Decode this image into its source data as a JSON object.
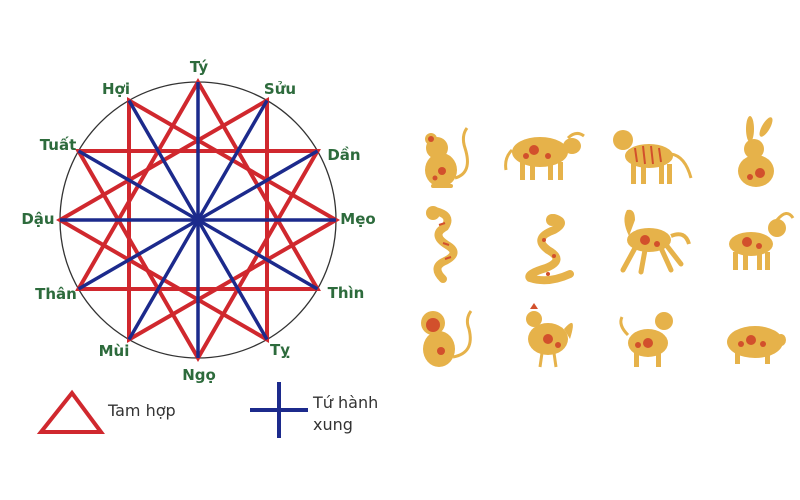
{
  "wheel": {
    "branches": [
      "Tý",
      "Sửu",
      "Dần",
      "Mẹo",
      "Thìn",
      "Tỵ",
      "Ngọ",
      "Mùi",
      "Thân",
      "Dậu",
      "Tuất",
      "Hợi"
    ],
    "tam_hop_groups": [
      [
        0,
        4,
        8
      ],
      [
        1,
        5,
        9
      ],
      [
        2,
        6,
        10
      ],
      [
        3,
        7,
        11
      ]
    ],
    "tu_hanh_xung_groups": [
      [
        0,
        3,
        6,
        9
      ],
      [
        1,
        4,
        7,
        10
      ],
      [
        2,
        5,
        8,
        11
      ]
    ],
    "colors": {
      "tam_hop": "#d0282e",
      "tu_hanh_xung": "#1c2a8c",
      "circle": "#333333",
      "label": "#2d6b3c"
    }
  },
  "legend": {
    "tam_hop": "Tam hợp",
    "tu_hanh_xung_line1": "Tứ hành",
    "tu_hanh_xung_line2": "xung"
  },
  "animals": [
    "rat",
    "ox",
    "tiger",
    "rabbit",
    "dragon",
    "snake",
    "horse",
    "goat",
    "monkey",
    "rooster",
    "dog",
    "pig"
  ],
  "animal_colors": {
    "body": "#e6b24a",
    "pattern": "#d2502c"
  }
}
